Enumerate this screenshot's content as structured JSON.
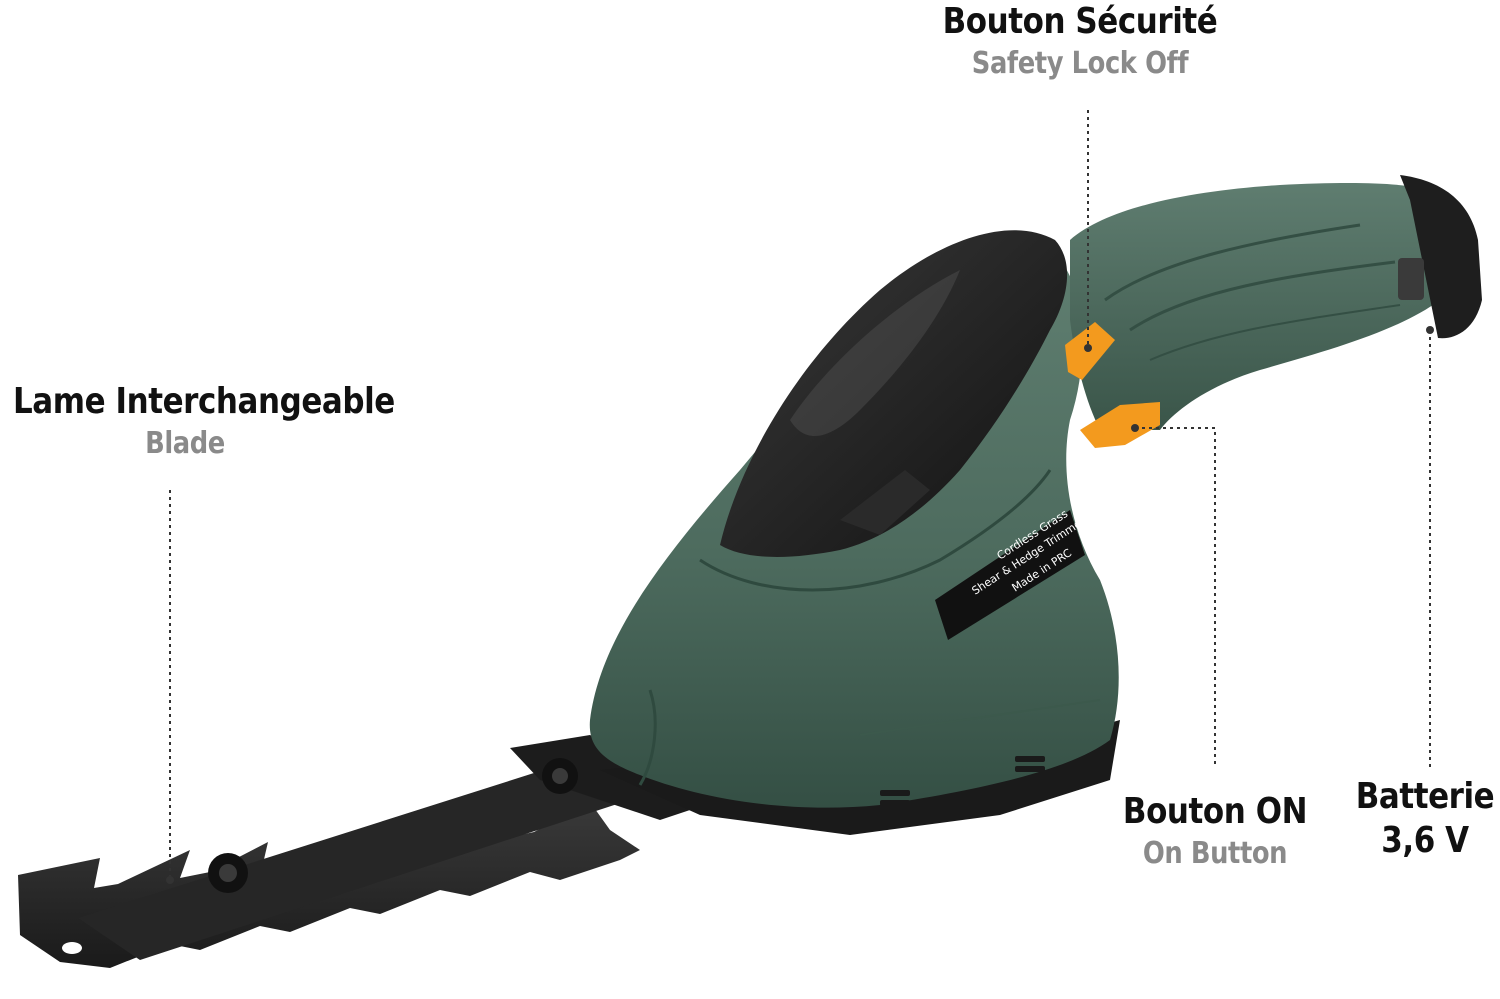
{
  "callouts": {
    "safety": {
      "fr": "Bouton Sécurité",
      "en": "Safety Lock Off"
    },
    "blade": {
      "fr": "Lame Interchangeable",
      "en": "Blade"
    },
    "on_button": {
      "fr": "Bouton ON",
      "en": "On Button"
    },
    "battery": {
      "line1": "Batterie",
      "line2": "3,6 V"
    }
  },
  "product_label": {
    "line1": "Cordless Grass",
    "line2": "Shear & Hedge Trimmer",
    "line3": "Made in PRC"
  },
  "colors": {
    "body": "#4d6b5e",
    "body_dark": "#2f4a3f",
    "blade": "#2a2a2a",
    "orange": "#f39a1e",
    "battery": "#1e1e1e"
  }
}
